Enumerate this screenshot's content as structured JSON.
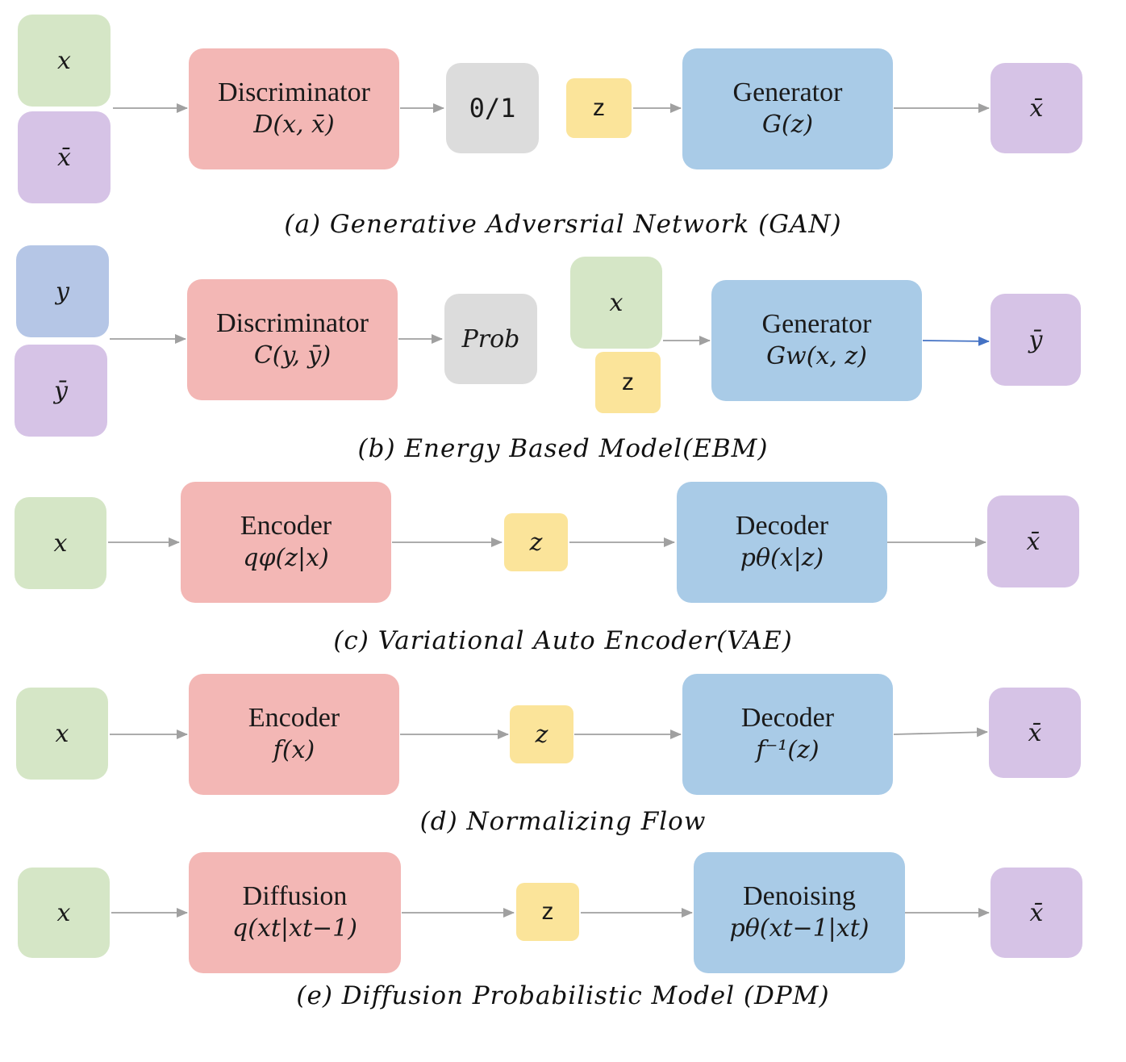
{
  "gan": {
    "input_x": "x",
    "input_xbar": "x̄",
    "disc_title": "Discriminator",
    "disc_formula": "D(x, x̄)",
    "disc_out": "0/1",
    "z": "z",
    "gen_title": "Generator",
    "gen_formula": "G(z)",
    "output": "x̄",
    "caption": "(a) Generative Adversrial Network (GAN)"
  },
  "ebm": {
    "input_y": "y",
    "input_ybar": "ȳ",
    "disc_title": "Discriminator",
    "disc_formula": "C(y, ȳ)",
    "disc_out": "Prob",
    "x": "x",
    "z": "z",
    "gen_title": "Generator",
    "gen_formula": "Gw(x, z)",
    "output": "ȳ",
    "caption": "(b) Energy Based Model(EBM)"
  },
  "vae": {
    "input": "x",
    "enc_title": "Encoder",
    "enc_formula": "qφ(z|x)",
    "z": "z",
    "dec_title": "Decoder",
    "dec_formula": "pθ(x|z)",
    "output": "x̄",
    "caption": "(c) Variational Auto Encoder(VAE)"
  },
  "flow": {
    "input": "x",
    "enc_title": "Encoder",
    "enc_formula": "f(x)",
    "z": "z",
    "dec_title": "Decoder",
    "dec_formula": "f⁻¹(z)",
    "output": "x̄",
    "caption": "(d) Normalizing Flow"
  },
  "dpm": {
    "input": "x",
    "enc_title": "Diffusion",
    "enc_formula": "q(xt|xt−1)",
    "z": "z",
    "dec_title": "Denoising",
    "dec_formula": "pθ(xt−1|xt)",
    "output": "x̄",
    "caption": "(e) Diffusion Probabilistic Model (DPM)"
  },
  "colors": {
    "input_green": "#d5e6c6",
    "output_purple": "#d6c3e6",
    "red_block": "#f3b7b5",
    "blue_block": "#a9cbe7",
    "gray_block": "#dcdcdc",
    "yellow_latent": "#fbe49a",
    "arrow_gray": "#a0a0a0",
    "arrow_blue": "#4472c4"
  }
}
